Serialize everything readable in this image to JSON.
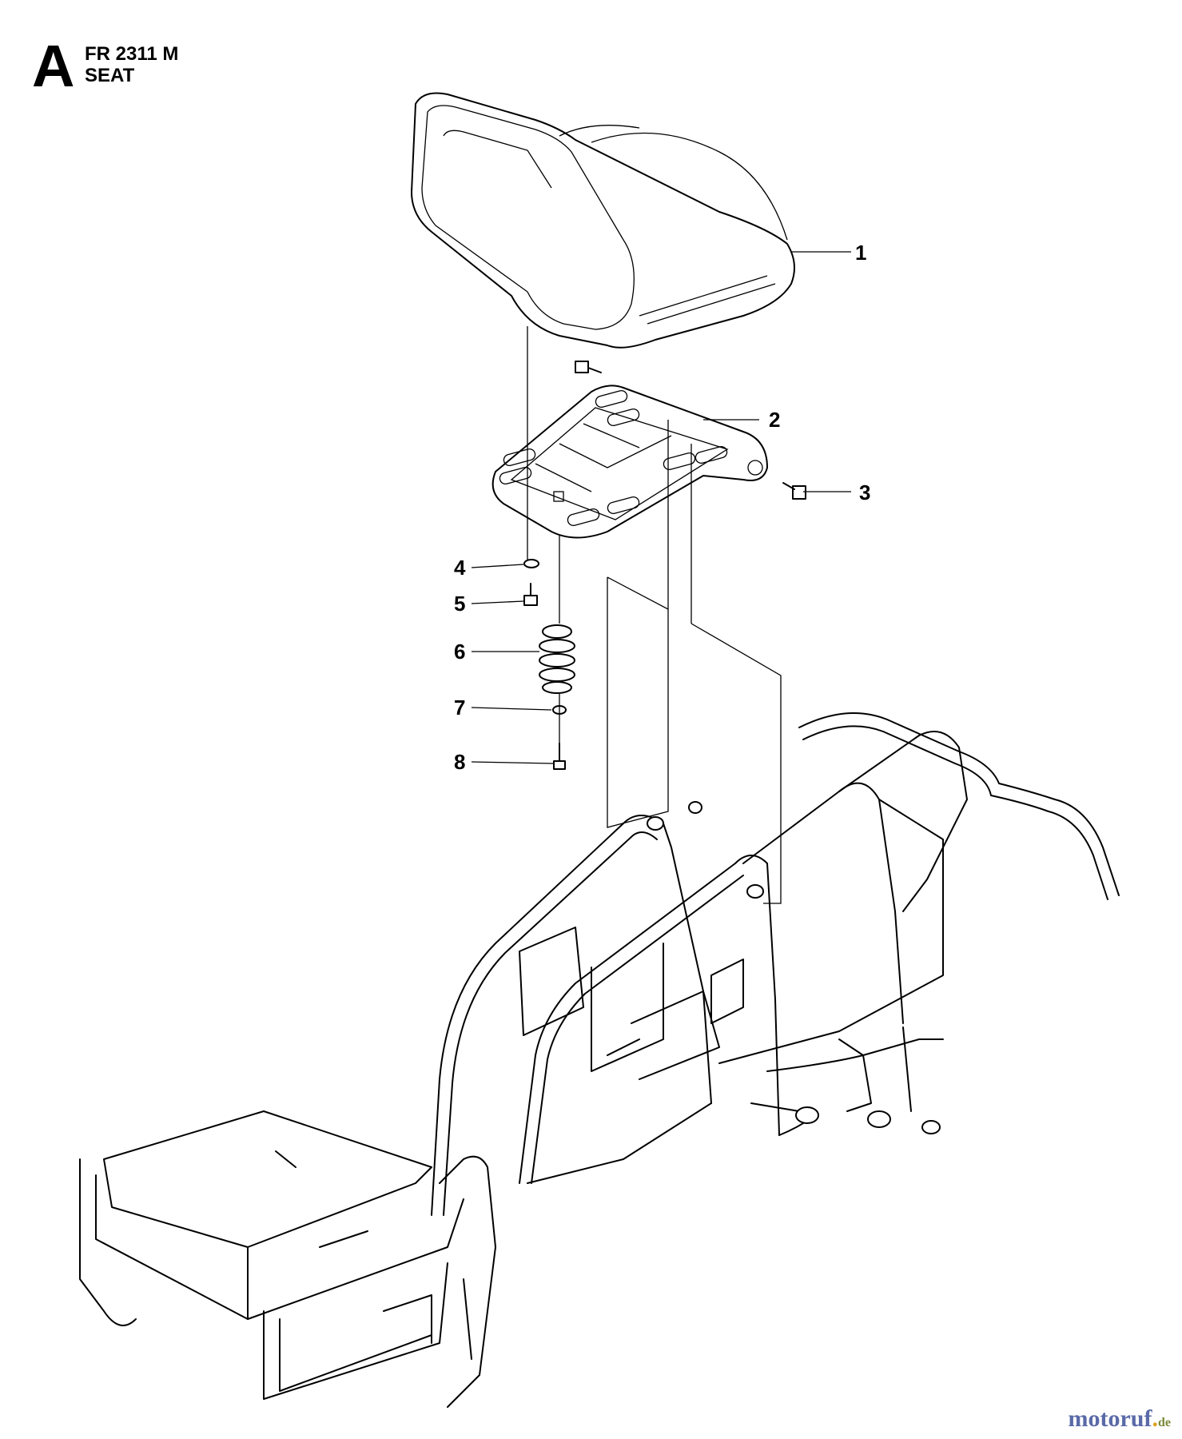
{
  "header": {
    "section_letter": "A",
    "model": "FR 2311 M",
    "title": "SEAT"
  },
  "callouts": [
    {
      "number": "1",
      "part": "seat"
    },
    {
      "number": "2",
      "part": "seat-pan"
    },
    {
      "number": "3",
      "part": "pivot-bolt"
    },
    {
      "number": "4",
      "part": "washer"
    },
    {
      "number": "5",
      "part": "bolt"
    },
    {
      "number": "6",
      "part": "spring"
    },
    {
      "number": "7",
      "part": "washer"
    },
    {
      "number": "8",
      "part": "bolt"
    }
  ],
  "watermark": {
    "main": "motoruf",
    "dot": ".",
    "tld": "de"
  },
  "colors": {
    "line": "#000000",
    "background": "#ffffff",
    "watermark_main": "#5a6aa8",
    "watermark_accent": "#e0a020"
  }
}
